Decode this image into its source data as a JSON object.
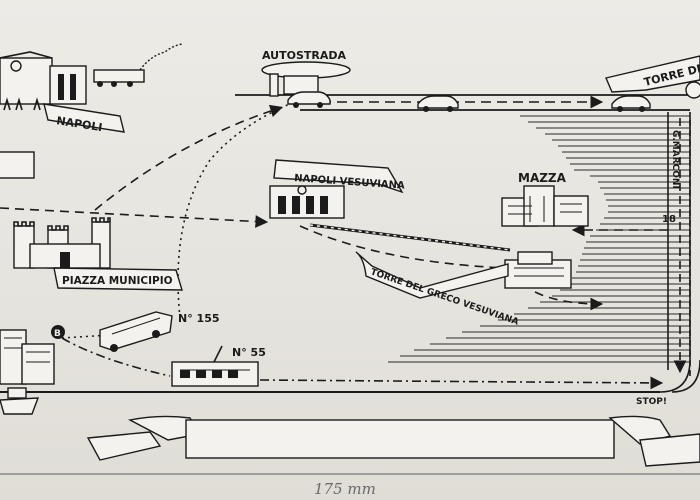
{
  "map": {
    "labels": {
      "napoli": "NAPOLI",
      "autostrada": "AUTOSTRADA",
      "torre": "TORRE DE",
      "napoli_vesuviana": "NAPOLI VESUVIANA",
      "mazza": "MAZZA",
      "g_marconi": "G.MARCONI",
      "piazza_municipio": "PIAZZA MUNICIPIO",
      "torre_greco": "TORRE DEL GRECO VESUVIANA",
      "bus_155": "N° 155",
      "tram_55": "N° 55",
      "stop": "STOP!",
      "km18": "18",
      "circle_b": "B",
      "ruler": "175 mm"
    },
    "colors": {
      "ink": "#1b1b1b",
      "paper": "#ecebe6",
      "pencil": "#6a6a6a"
    }
  }
}
